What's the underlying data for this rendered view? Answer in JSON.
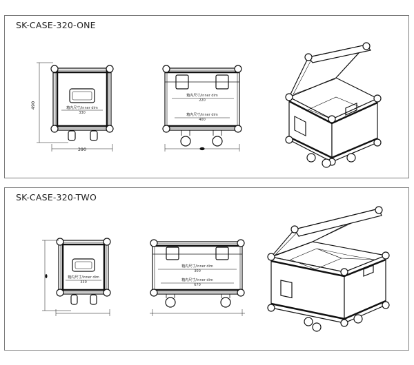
{
  "models": [
    {
      "title": "SK-CASE-320-ONE",
      "front": {
        "height": "490",
        "width": "390",
        "inner_label": "箱内尺寸/inner dim",
        "inner_value": "330"
      },
      "side": {
        "inner_label": "箱内尺寸/inner dim",
        "inner_top": "220",
        "inner_bottom": "400"
      }
    },
    {
      "title": "SK-CASE-320-TWO",
      "front": {
        "inner_label": "箱内尺寸/inner dim",
        "inner_value": "330"
      },
      "side": {
        "inner_label": "箱内尺寸/inner dim",
        "inner_top": "300",
        "inner_bottom": "670"
      }
    }
  ]
}
